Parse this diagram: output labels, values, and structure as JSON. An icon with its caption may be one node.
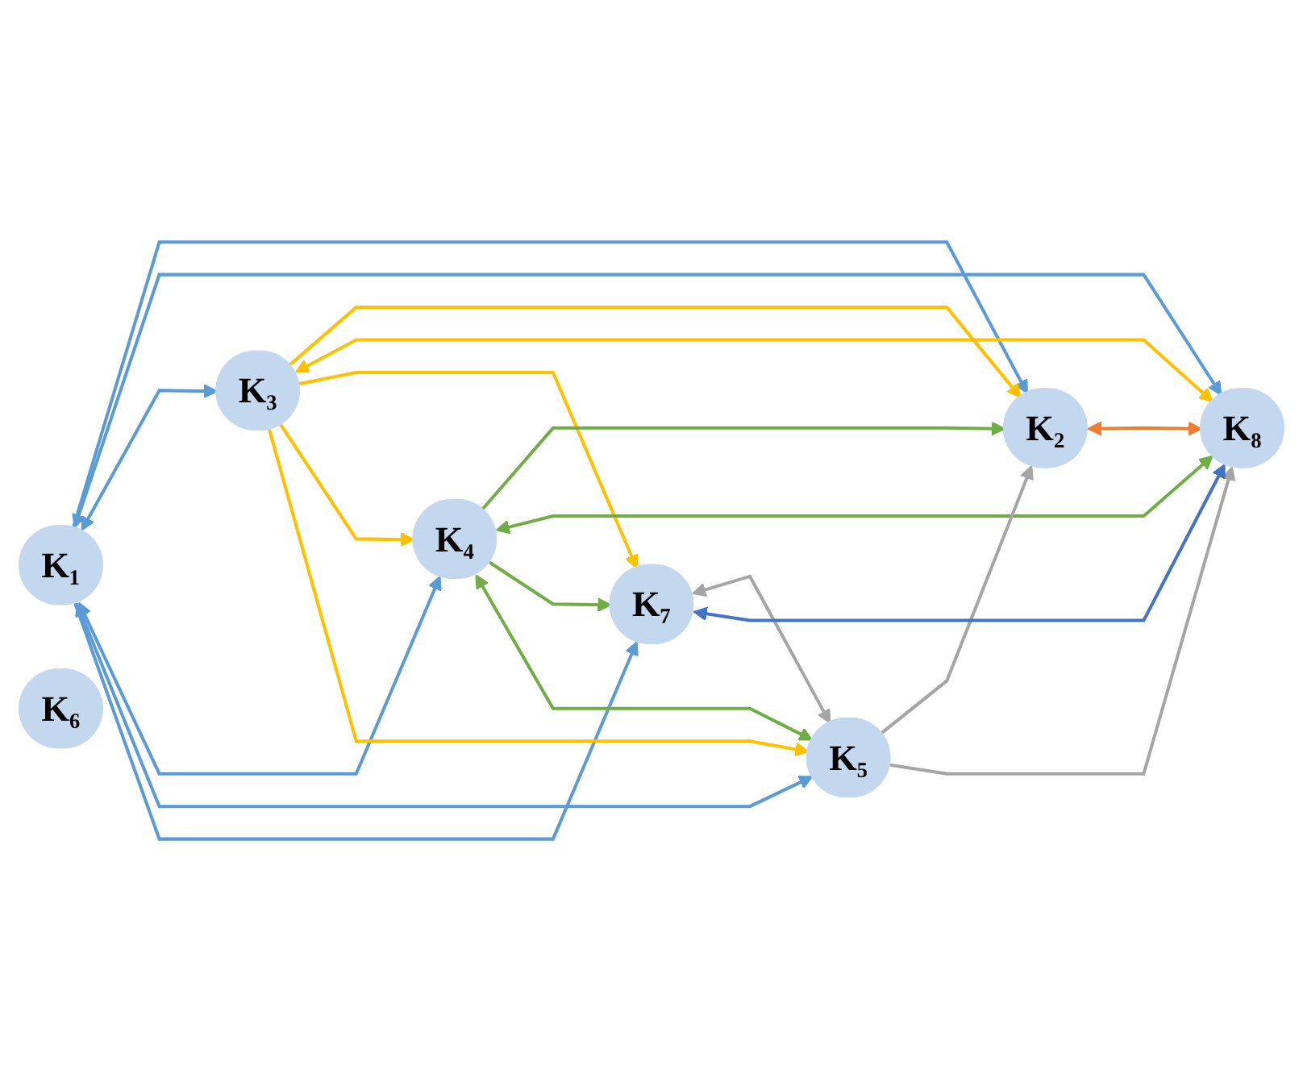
{
  "diagram": {
    "nodes": [
      {
        "text": [
          "K₁"
        ]
      },
      {
        "text": [
          "K₂"
        ]
      },
      {
        "text": [
          "K₃"
        ]
      },
      {
        "text": [
          "K₄"
        ]
      },
      {
        "text": [
          "K₅"
        ]
      },
      {
        "text": [
          "K₆"
        ]
      },
      {
        "text": [
          "K₇"
        ]
      },
      {
        "text": [
          "K₈"
        ]
      }
    ],
    "edges": [
      {
        "from": 0,
        "to": 1,
        "arrow": "to"
      },
      {
        "from": 0,
        "to": 7,
        "arrow": "both"
      },
      {
        "from": 1,
        "to": 7,
        "arrow": "both",
        "color": "#ed7d31"
      },
      {
        "from": 0,
        "to": 2,
        "arrow": "both"
      },
      {
        "from": 0,
        "to": 3,
        "arrow": "both"
      },
      {
        "from": 0,
        "to": 4,
        "arrow": "both"
      },
      {
        "from": 0,
        "to": 6,
        "arrow": "to"
      },
      {
        "from": 2,
        "to": 1,
        "arrow": "to",
        "color": "#ffc000"
      },
      {
        "from": 2,
        "to": 7,
        "arrow": "both",
        "color": "#ffc000"
      },
      {
        "from": 2,
        "to": 6,
        "arrow": "to",
        "color": "#ffc000"
      },
      {
        "from": 2,
        "to": 3,
        "arrow": "to",
        "color": "#ffc000"
      },
      {
        "from": 2,
        "to": 4,
        "arrow": "to",
        "color": "#ffc000"
      },
      {
        "from": 3,
        "to": 1,
        "arrow": "to",
        "color": "#70ad47"
      },
      {
        "from": 3,
        "to": 7,
        "arrow": "both",
        "color": "#70ad47"
      },
      {
        "from": 3,
        "to": 6,
        "arrow": "to",
        "color": "#70ad47"
      },
      {
        "from": 3,
        "to": 4,
        "arrow": "both",
        "color": "#70ad47"
      },
      {
        "from": 4,
        "to": 1,
        "arrow": "to",
        "color": "#a5a5a5"
      },
      {
        "from": 6,
        "to": 4,
        "arrow": "both",
        "color": "#a5a5a5"
      },
      {
        "from": 4,
        "to": 7,
        "arrow": "to",
        "color": "#a5a5a5"
      },
      {
        "from": 6,
        "to": 7,
        "arrow": "both",
        "color": "#4472c4"
      }
    ]
  }
}
